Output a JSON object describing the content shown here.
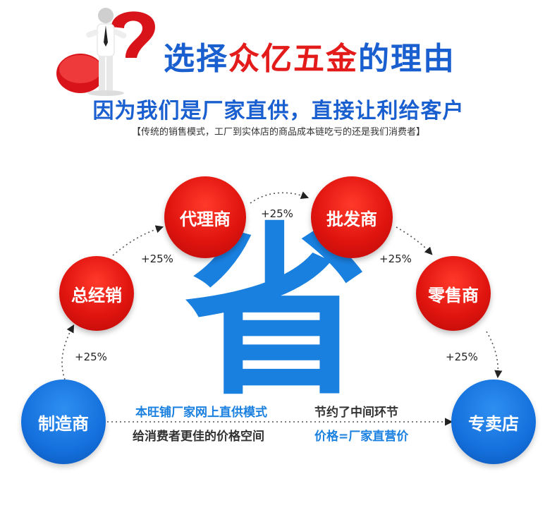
{
  "header": {
    "title_part1": "选择",
    "title_part2": "众亿五金",
    "title_part3": "的理由",
    "subtitle": "因为我们是厂家直供，直接让利给客户",
    "note": "【传统的销售模式，工厂到实体店的商品成本链吃亏的还是我们消费者】"
  },
  "diagram": {
    "nodes": {
      "manufacturer": "制造商",
      "distributor": "总经销",
      "agent": "代理商",
      "wholesaler": "批发商",
      "retailer": "零售商",
      "store": "专卖店"
    },
    "markups": {
      "m1": "+25%",
      "m2": "+25%",
      "m3": "+25%",
      "m4": "+25%",
      "m5": "+25%"
    },
    "center_char": "省",
    "middle": {
      "line1_left": "本旺铺厂家网上直供模式",
      "line1_right": "节约了中间环节",
      "line2_left": "给消费者更佳的价格空间",
      "line2_right": "价格=厂家直营价"
    }
  },
  "colors": {
    "red": "#e0140f",
    "blue": "#1470dd",
    "title_blue": "#1a5fcf",
    "text_blue": "#1a80e0"
  }
}
